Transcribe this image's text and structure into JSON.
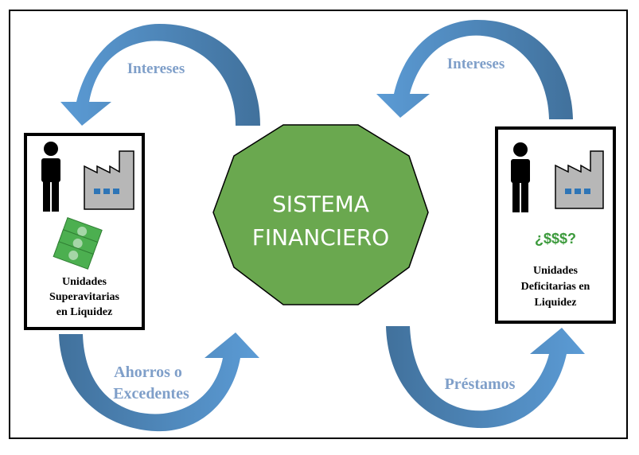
{
  "center": {
    "line1": "SISTEMA",
    "line2": "FINANCIERO"
  },
  "left_box": {
    "line1": "Unidades",
    "line2": "Superavitarias",
    "line3": "en Liquidez"
  },
  "right_box": {
    "line1": "Unidades",
    "line2": "Deficitarias en",
    "line3": "Liquidez",
    "money_question": "¿$$$?"
  },
  "labels": {
    "top_left": "Intereses",
    "top_right": "Intereses",
    "bottom_left_1": "Ahorros o",
    "bottom_left_2": "Excedentes",
    "bottom_right": "Préstamos"
  },
  "colors": {
    "octagon": "#6aa84f",
    "arrow_light": "#5b9bd5",
    "arrow_dark": "#41719c",
    "label": "#7f9fc9",
    "money": "#3c9a3c"
  },
  "icons": [
    "person-icon",
    "factory-icon",
    "money-bills-icon"
  ]
}
